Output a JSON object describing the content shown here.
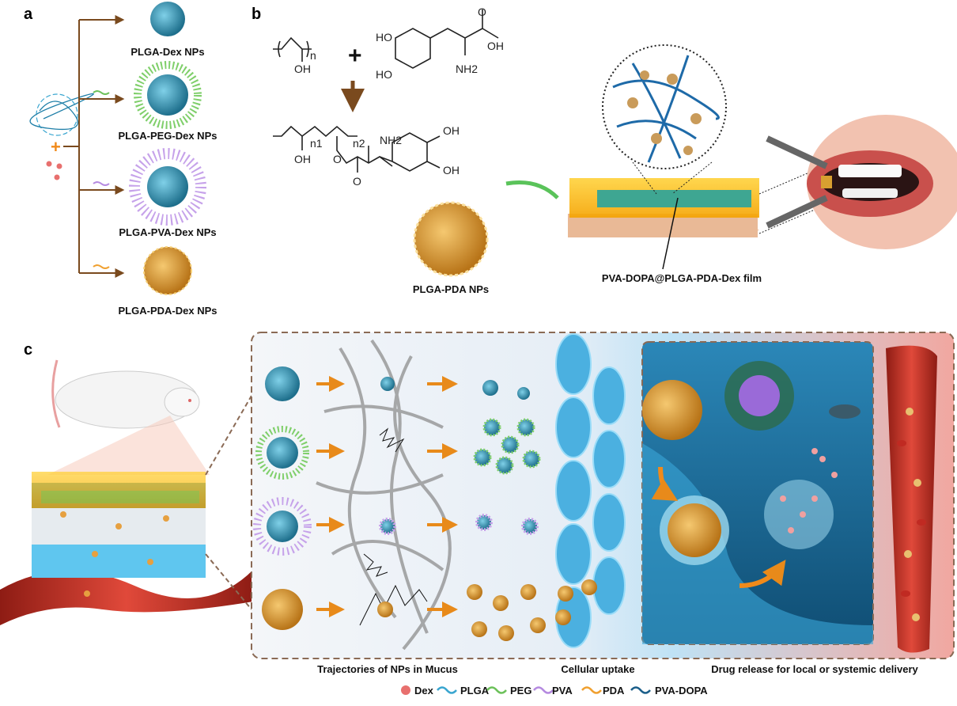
{
  "panels": {
    "a": "a",
    "b": "b",
    "c": "c"
  },
  "panel_a": {
    "nanoparticles": [
      "PLGA-Dex NPs",
      "PLGA-PEG-Dex NPs",
      "PLGA-PVA-Dex NPs",
      "PLGA-PDA-Dex NPs"
    ],
    "plus": "+"
  },
  "panel_b": {
    "chem": {
      "pva_n": "n",
      "oh": "OH",
      "plus": "+",
      "dopa_ho1": "HO",
      "dopa_ho2": "HO",
      "dopa_o": "O",
      "dopa_oh": "OH",
      "dopa_nh2": "NH2",
      "prod_n1": "n1",
      "prod_n2": "n2",
      "prod_oh": "OH",
      "prod_o": "O",
      "prod_o2": "O",
      "prod_nh2": "NH2",
      "prod_oh1": "OH",
      "prod_oh2": "OH"
    },
    "np_label": "PLGA-PDA NPs",
    "film_label": "PVA-DOPA@PLGA-PDA-Dex film"
  },
  "panel_c": {
    "captions": [
      "Trajectories of NPs in Mucus",
      "Cellular uptake",
      "Drug release for local or systemic delivery"
    ]
  },
  "legend": [
    {
      "label": "Dex",
      "color": "#e8706e",
      "kind": "dot"
    },
    {
      "label": "PLGA",
      "color": "#3aa6d0",
      "kind": "wave"
    },
    {
      "label": "PEG",
      "color": "#6cc15a",
      "kind": "wave"
    },
    {
      "label": "PVA",
      "color": "#b58ae0",
      "kind": "wave"
    },
    {
      "label": "PDA",
      "color": "#f0a030",
      "kind": "wave"
    },
    {
      "label": "PVA-DOPA",
      "color": "#1c5f8a",
      "kind": "wave"
    }
  ],
  "colors": {
    "arrow": "#7a4a1e",
    "nano_core": "#2f8fb0",
    "mucus_bg": "#eef3f8",
    "cell": "#4bb0e0",
    "vessel": "#b8322a"
  }
}
